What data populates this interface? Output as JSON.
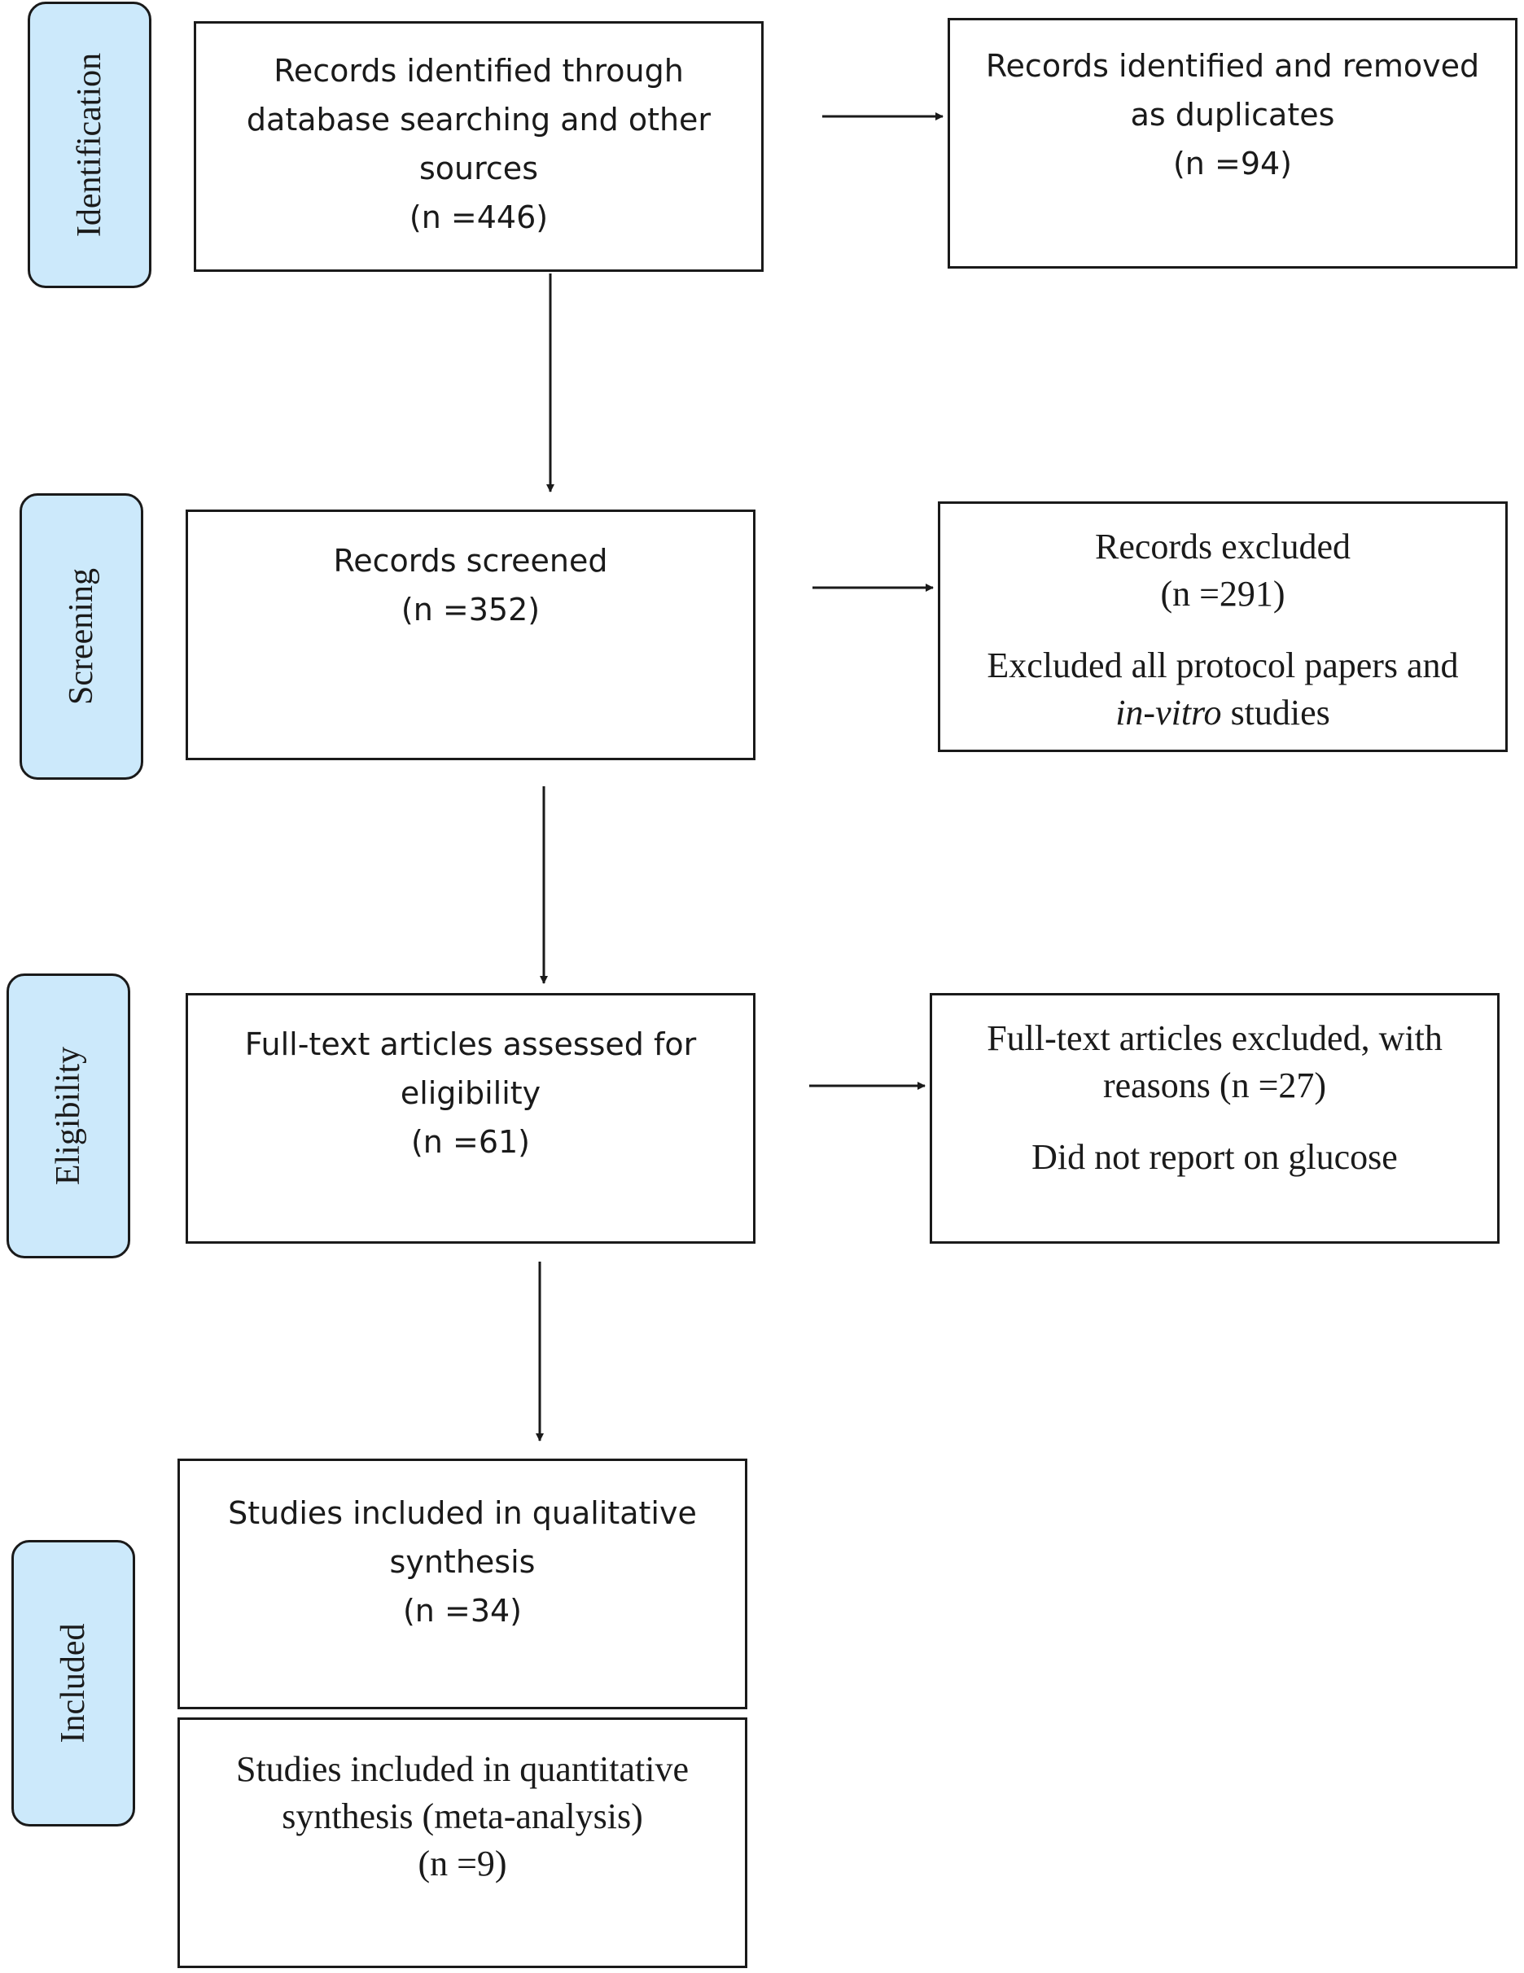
{
  "phases": {
    "identification": "Identification",
    "screening": "Screening",
    "eligibility": "Eligibility",
    "included": "Included"
  },
  "boxes": {
    "identified": {
      "lines": [
        "Records identified through",
        "database searching and other",
        "sources",
        "(n =446)"
      ]
    },
    "duplicates": {
      "lines": [
        "Records identified and removed",
        "as duplicates",
        "(n =94)"
      ]
    },
    "screened": {
      "lines": [
        "Records screened",
        "(n =352)"
      ]
    },
    "excluded": {
      "title": "Records excluded",
      "count": "(n =291)",
      "note_prefix": "Excluded all protocol papers and",
      "note_italic": "in-vitro",
      "note_suffix": " studies"
    },
    "fulltext": {
      "lines": [
        "Full-text articles assessed for",
        "eligibility",
        "(n =61)"
      ]
    },
    "fulltext_excluded": {
      "lines": [
        "Full-text articles excluded, with",
        "reasons (n =27)"
      ],
      "note": "Did not report on glucose"
    },
    "qualitative": {
      "lines": [
        "Studies included in qualitative",
        "synthesis",
        "(n =34)"
      ]
    },
    "quantitative": {
      "lines": [
        "Studies included in quantitative",
        "synthesis (meta-analysis)",
        "(n =9)"
      ]
    }
  }
}
